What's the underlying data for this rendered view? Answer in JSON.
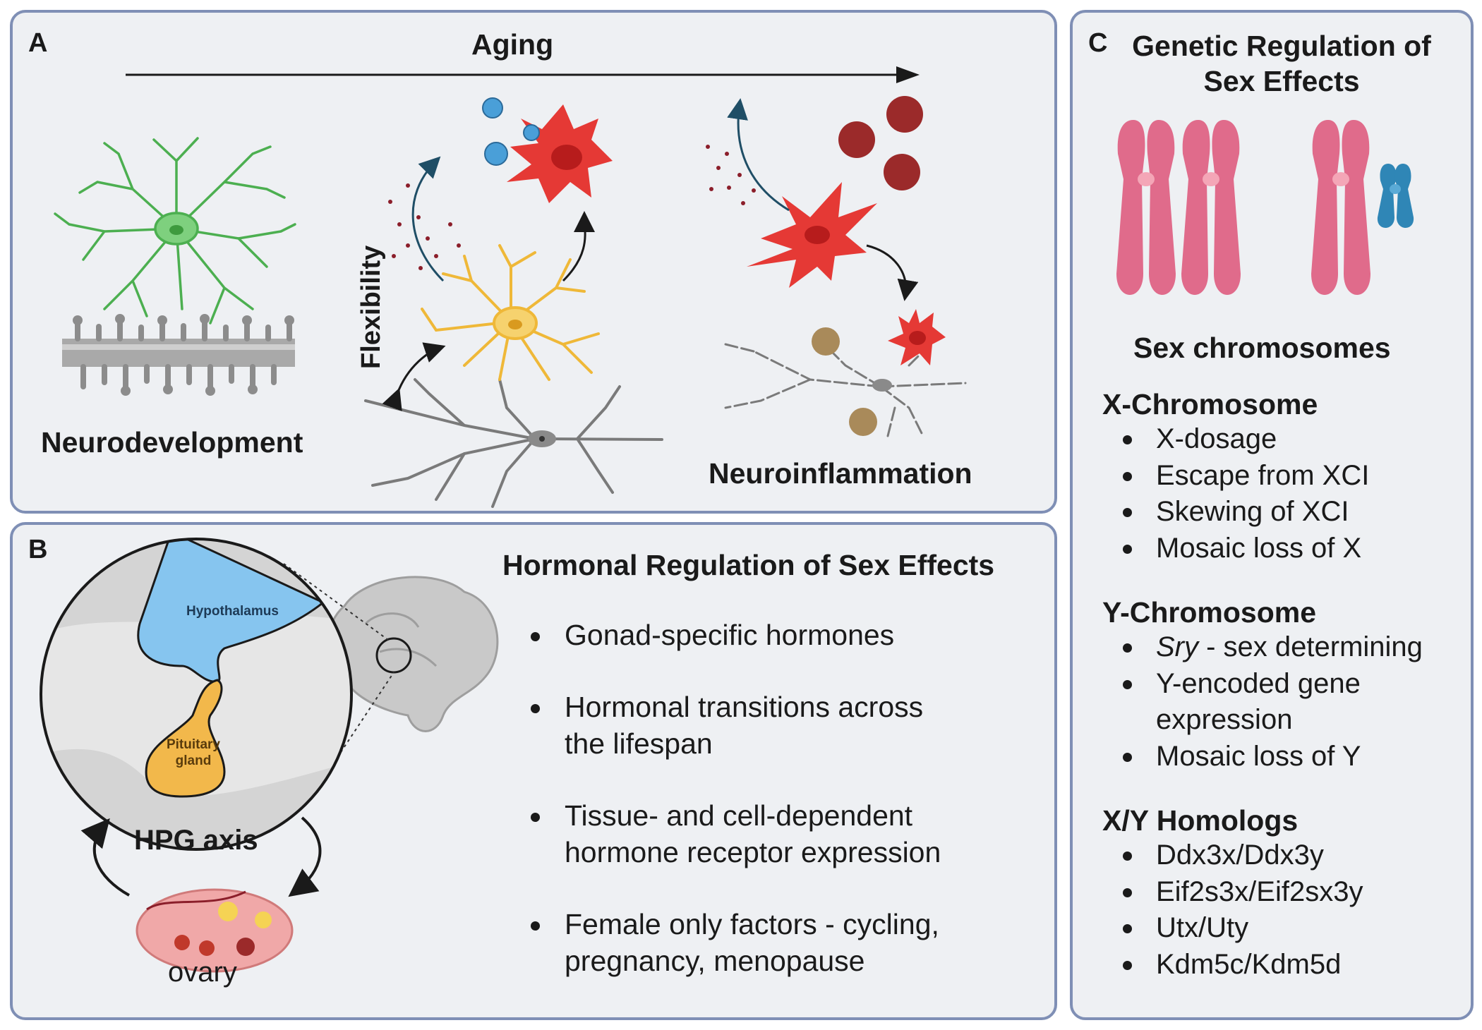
{
  "panel_a": {
    "letter": "A",
    "aging_label": "Aging",
    "flexibility_label": "Flexibility",
    "neurodevelopment_label": "Neurodevelopment",
    "neuroinflammation_label": "Neuroinflammation"
  },
  "panel_b": {
    "letter": "B",
    "title": "Hormonal Regulation of Sex Effects",
    "hypothalamus_label": "Hypothalamus",
    "pituitary_label_line1": "Pituitary",
    "pituitary_label_line2": "gland",
    "hpg_axis_label": "HPG axis",
    "ovary_label": "ovary",
    "bullets": [
      {
        "line1": "Gonad-specific hormones",
        "line2": ""
      },
      {
        "line1": "Hormonal transitions across",
        "line2": "the lifespan"
      },
      {
        "line1": "Tissue- and cell-dependent",
        "line2": "hormone receptor expression"
      },
      {
        "line1": "Female only factors - cycling,",
        "line2": "pregnancy, menopause"
      }
    ]
  },
  "panel_c": {
    "letter": "C",
    "title_line1": "Genetic Regulation of",
    "title_line2": "Sex Effects",
    "sex_chromosomes_label": "Sex chromosomes",
    "x_chromosome": {
      "heading": "X-Chromosome",
      "items": [
        "X-dosage",
        "Escape from XCI",
        "Skewing of XCI",
        "Mosaic loss of X"
      ]
    },
    "y_chromosome": {
      "heading": "Y-Chromosome",
      "item1_italic": "Sry",
      "item1_rest": " - sex determining",
      "item2_line1": "Y-encoded gene",
      "item2_line2": "expression",
      "item3": "Mosaic loss of Y"
    },
    "xy_homologs": {
      "heading": "X/Y Homologs",
      "items": [
        "Ddx3x/Ddx3y",
        "Eif2s3x/Eif2sx3y",
        "Utx/Uty",
        "Kdm5c/Kdm5d"
      ]
    }
  },
  "colors": {
    "panel_border": "#7f8fb5",
    "panel_fill": "#eef0f3",
    "microglia_green": "#5cb85c",
    "microglia_yellow": "#f2c04e",
    "microglia_red": "#e03a3a",
    "hypothalamus_blue": "#86c5ef",
    "pituitary_orange": "#f2b84b",
    "x_chromosome_pink": "#e06b8b",
    "y_chromosome_blue": "#2f86b6"
  }
}
